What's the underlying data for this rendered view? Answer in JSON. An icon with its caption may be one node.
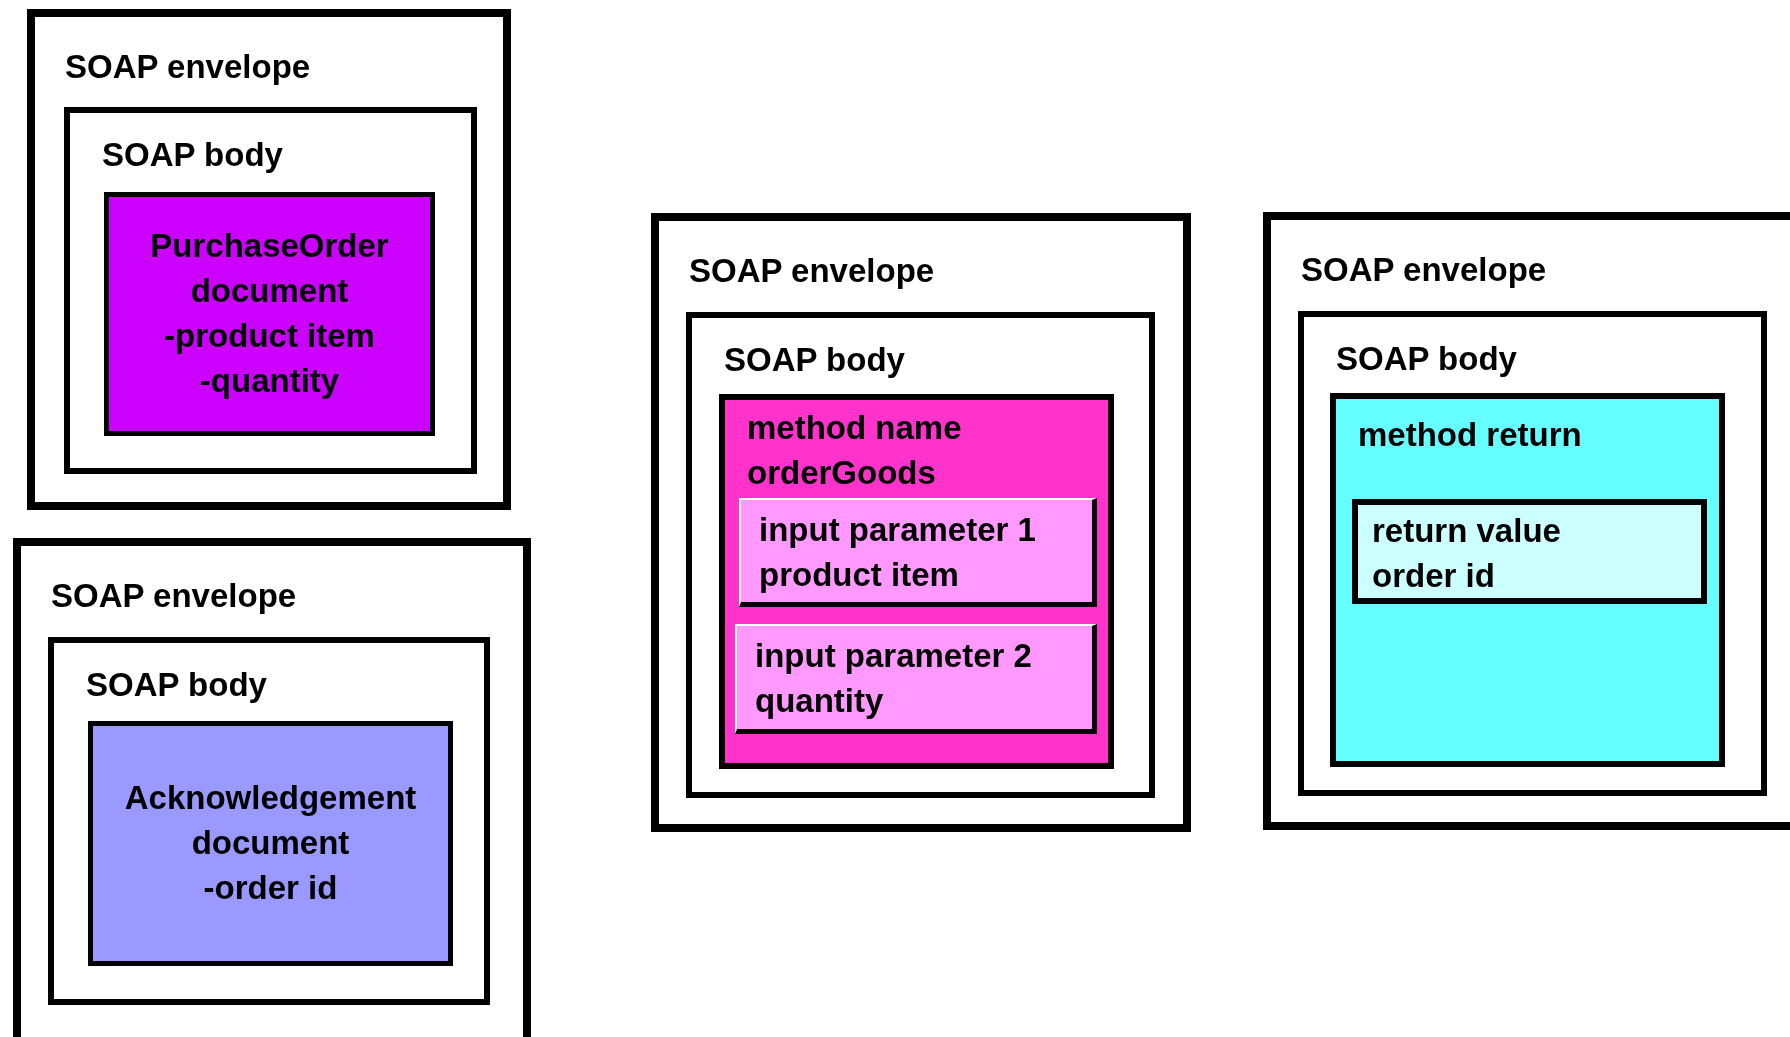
{
  "diagram": {
    "nodes": [
      {
        "text": [
          "SOAP envelope"
        ]
      },
      {
        "text": [
          "SOAP body"
        ],
        "in": 0
      },
      {
        "text": [
          "PurchaseOrder document",
          "-product item",
          "-quantity"
        ],
        "in": 1
      },
      {
        "text": [
          "SOAP envelope"
        ]
      },
      {
        "text": [
          "SOAP body"
        ],
        "in": 3
      },
      {
        "text": [
          "Acknowledgement document",
          "-order id"
        ],
        "in": 4
      },
      {
        "text": [
          "SOAP envelope"
        ]
      },
      {
        "text": [
          "SOAP body"
        ],
        "in": 6
      },
      {
        "text": [
          "method name orderGoods"
        ],
        "in": 7
      },
      {
        "text": [
          "input parameter 1 product item"
        ],
        "in": 8
      },
      {
        "text": [
          "input parameter 2 quantity"
        ],
        "in": 8
      },
      {
        "text": [
          "SOAP envelope"
        ]
      },
      {
        "text": [
          "SOAP body"
        ],
        "in": 11
      },
      {
        "text": [
          "method return"
        ],
        "in": 12
      },
      {
        "text": [
          "return value order id"
        ],
        "in": 13
      }
    ]
  }
}
